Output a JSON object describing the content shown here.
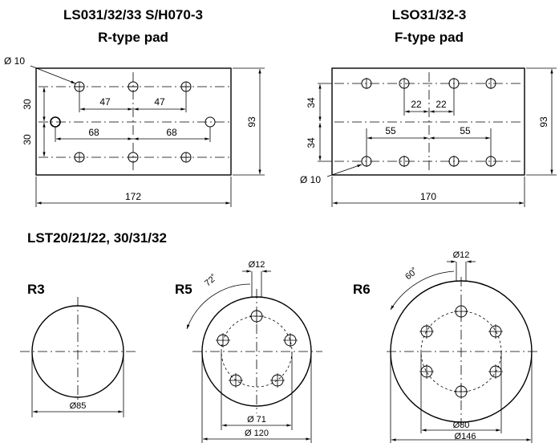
{
  "r_pad": {
    "title1": "LS031/32/33 S/H070-3",
    "title2": "R-type pad",
    "hole_dia": "Ø 10",
    "v30a": "30",
    "v30b": "30",
    "h47a": "47",
    "h47b": "47",
    "h68a": "68",
    "h68b": "68",
    "height": "93",
    "width": "172"
  },
  "f_pad": {
    "title1": "LSO31/32-3",
    "title2": "F-type pad",
    "hole_dia": "Ø 10",
    "v34a": "34",
    "v34b": "34",
    "h22a": "22",
    "h22b": "22",
    "h55a": "55",
    "h55b": "55",
    "height": "93",
    "width": "170"
  },
  "round": {
    "title": "LST20/21/22, 30/31/32",
    "r3": {
      "label": "R3",
      "dia": "Ø85"
    },
    "r5": {
      "label": "R5",
      "angle": "72˚",
      "hole": "Ø12",
      "pcd": "Ø 71",
      "dia": "Ø 120"
    },
    "r6": {
      "label": "R6",
      "angle": "60˚",
      "hole": "Ø12",
      "pcd": "Ø80",
      "dia": "Ø146"
    }
  }
}
